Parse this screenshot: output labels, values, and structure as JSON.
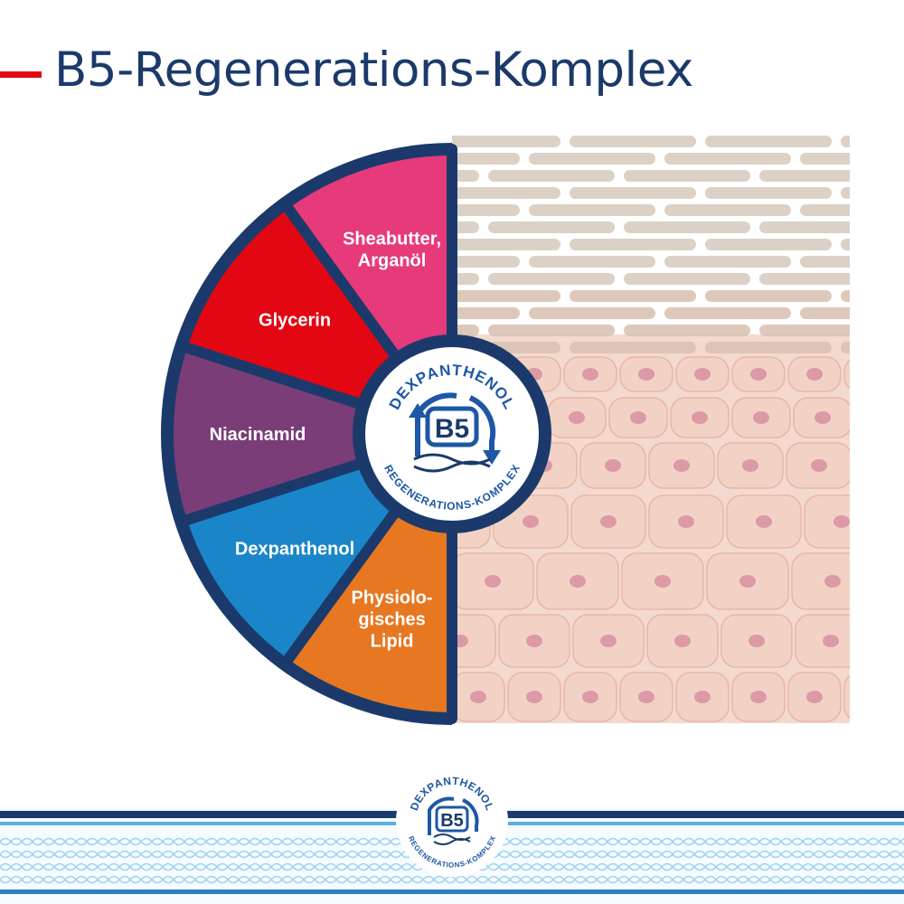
{
  "header": {
    "title": "B5-Regenerations-Komplex"
  },
  "colors": {
    "accent": "#e30613",
    "navy": "#1b3a6b",
    "badge_blue": "#1d57a6",
    "skin_top": "#d8ccc0",
    "skin_cells": "#f3d2c6",
    "cell_nucleus": "#dc9aa6"
  },
  "wheel": {
    "segments": [
      {
        "label_lines": [
          "Sheabutter,",
          "Arganöl"
        ],
        "color": "#e63a7a"
      },
      {
        "label_lines": [
          "Glycerin"
        ],
        "color": "#e30613"
      },
      {
        "label_lines": [
          "Niacinamid"
        ],
        "color": "#7a3d78"
      },
      {
        "label_lines": [
          "Dexpanthenol"
        ],
        "color": "#1a86c9"
      },
      {
        "label_lines": [
          "Physiolo-",
          "gisches",
          "Lipid"
        ],
        "color": "#e87722"
      }
    ],
    "badge": {
      "arc_top": "DEXPANTHENOL",
      "core": "B5",
      "arc_bottom": "REGENERATIONS-KOMPLEX"
    }
  },
  "footer_badge": {
    "arc_top": "DEXPANTHENOL",
    "core": "B5",
    "arc_bottom": "REGENERATIONS-KOMPLEX"
  }
}
